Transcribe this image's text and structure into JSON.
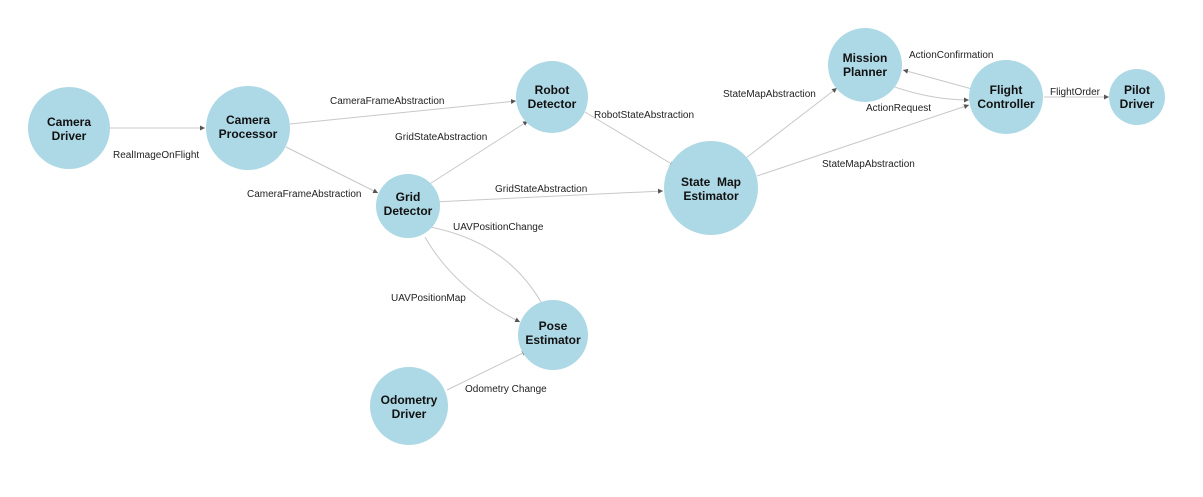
{
  "colors": {
    "node_fill": "#add8e6",
    "edge_stroke": "#c8c8c8",
    "arrow": "#555555",
    "text": "#111111",
    "background": "#ffffff"
  },
  "nodes": {
    "camera_driver": [
      "Camera",
      "Driver"
    ],
    "camera_processor": [
      "Camera",
      "Processor"
    ],
    "robot_detector": [
      "Robot",
      "Detector"
    ],
    "grid_detector": [
      "Grid",
      "Detector"
    ],
    "state_map_estimator": [
      "State  Map",
      "Estimator"
    ],
    "mission_planner": [
      "Mission",
      "Planner"
    ],
    "flight_controller": [
      "Flight",
      "Controller"
    ],
    "pilot_driver": [
      "Pilot",
      "Driver"
    ],
    "pose_estimator": [
      "Pose",
      "Estimator"
    ],
    "odometry_driver": [
      "Odometry",
      "Driver"
    ]
  },
  "edges": {
    "camera_driver__camera_processor": "RealImageOnFlight",
    "camera_processor__robot_detector": "CameraFrameAbstraction",
    "camera_processor__grid_detector": "CameraFrameAbstraction",
    "grid_detector__robot_detector": "GridStateAbstraction",
    "robot_detector__state_map_estimator": "RobotStateAbstraction",
    "grid_detector__state_map_estimator": "GridStateAbstraction",
    "state_map_estimator__mission_planner": "StateMapAbstraction",
    "state_map_estimator__flight_controller": "StateMapAbstraction",
    "mission_planner__flight_controller": "ActionRequest",
    "flight_controller__mission_planner": "ActionConfirmation",
    "flight_controller__pilot_driver": "FlightOrder",
    "pose_estimator__grid_detector": "UAVPositionChange",
    "grid_detector__pose_estimator": "UAVPositionMap",
    "odometry_driver__pose_estimator": "Odometry Change"
  }
}
